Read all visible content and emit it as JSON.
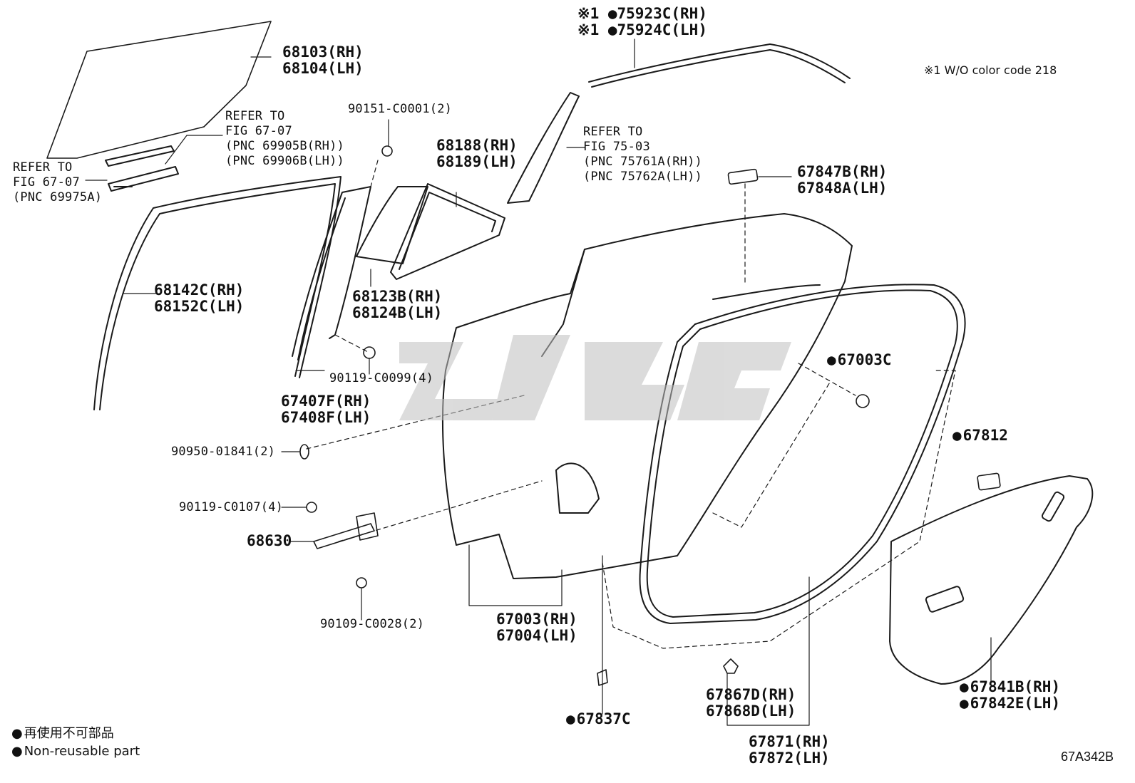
{
  "labels": {
    "a": [
      "※1 ●75923C(RH)",
      "※1 ●75924C(LH)"
    ],
    "glass": [
      "68103(RH)",
      "68104(LH)"
    ],
    "note1": "※1 W/O color code 218",
    "bolt1": "90151-C0001(2)",
    "refer_left": [
      "REFER TO",
      "FIG 67-07",
      "(PNC 69905B(RH))",
      "(PNC 69906B(LH))"
    ],
    "refer_left2": [
      "REFER TO",
      "FIG 67-07",
      "(PNC 69975A)"
    ],
    "quarter_glass": [
      "68188(RH)",
      "68189(LH)"
    ],
    "refer_right": [
      "REFER TO",
      "FIG 75-03",
      "(PNC 75761A(RH))",
      "(PNC 75762A(LH))"
    ],
    "plug": [
      "67847B(RH)",
      "67848A(LH)"
    ],
    "run_channel": [
      "68142C(RH)",
      "68152C(LH)"
    ],
    "quarter_weather": [
      "68123B(RH)",
      "68124B(LH)"
    ],
    "clip1": "67003C",
    "bolt2": "90119-C0099(4)",
    "division_bar": [
      "67407F(RH)",
      "67408F(LH)"
    ],
    "hole_plug": "67812",
    "oring": "90950-01841(2)",
    "bolt3": "90119-C0107(4)",
    "check": "68630",
    "bolt4": "90109-C0028(2)",
    "door_panel": [
      "67003(RH)",
      "67004(LH)"
    ],
    "trim_board": [
      "67841B(RH)",
      "67842E(LH)"
    ],
    "clip2": "67837C",
    "trim_clip": [
      "67867D(RH)",
      "67868D(LH)"
    ],
    "weatherstrip": [
      "67871(RH)",
      "67872(LH)"
    ]
  },
  "legend": {
    "line1": "再使用不可部品",
    "line2": "Non-reusable part"
  },
  "figure_code": "67A342B"
}
